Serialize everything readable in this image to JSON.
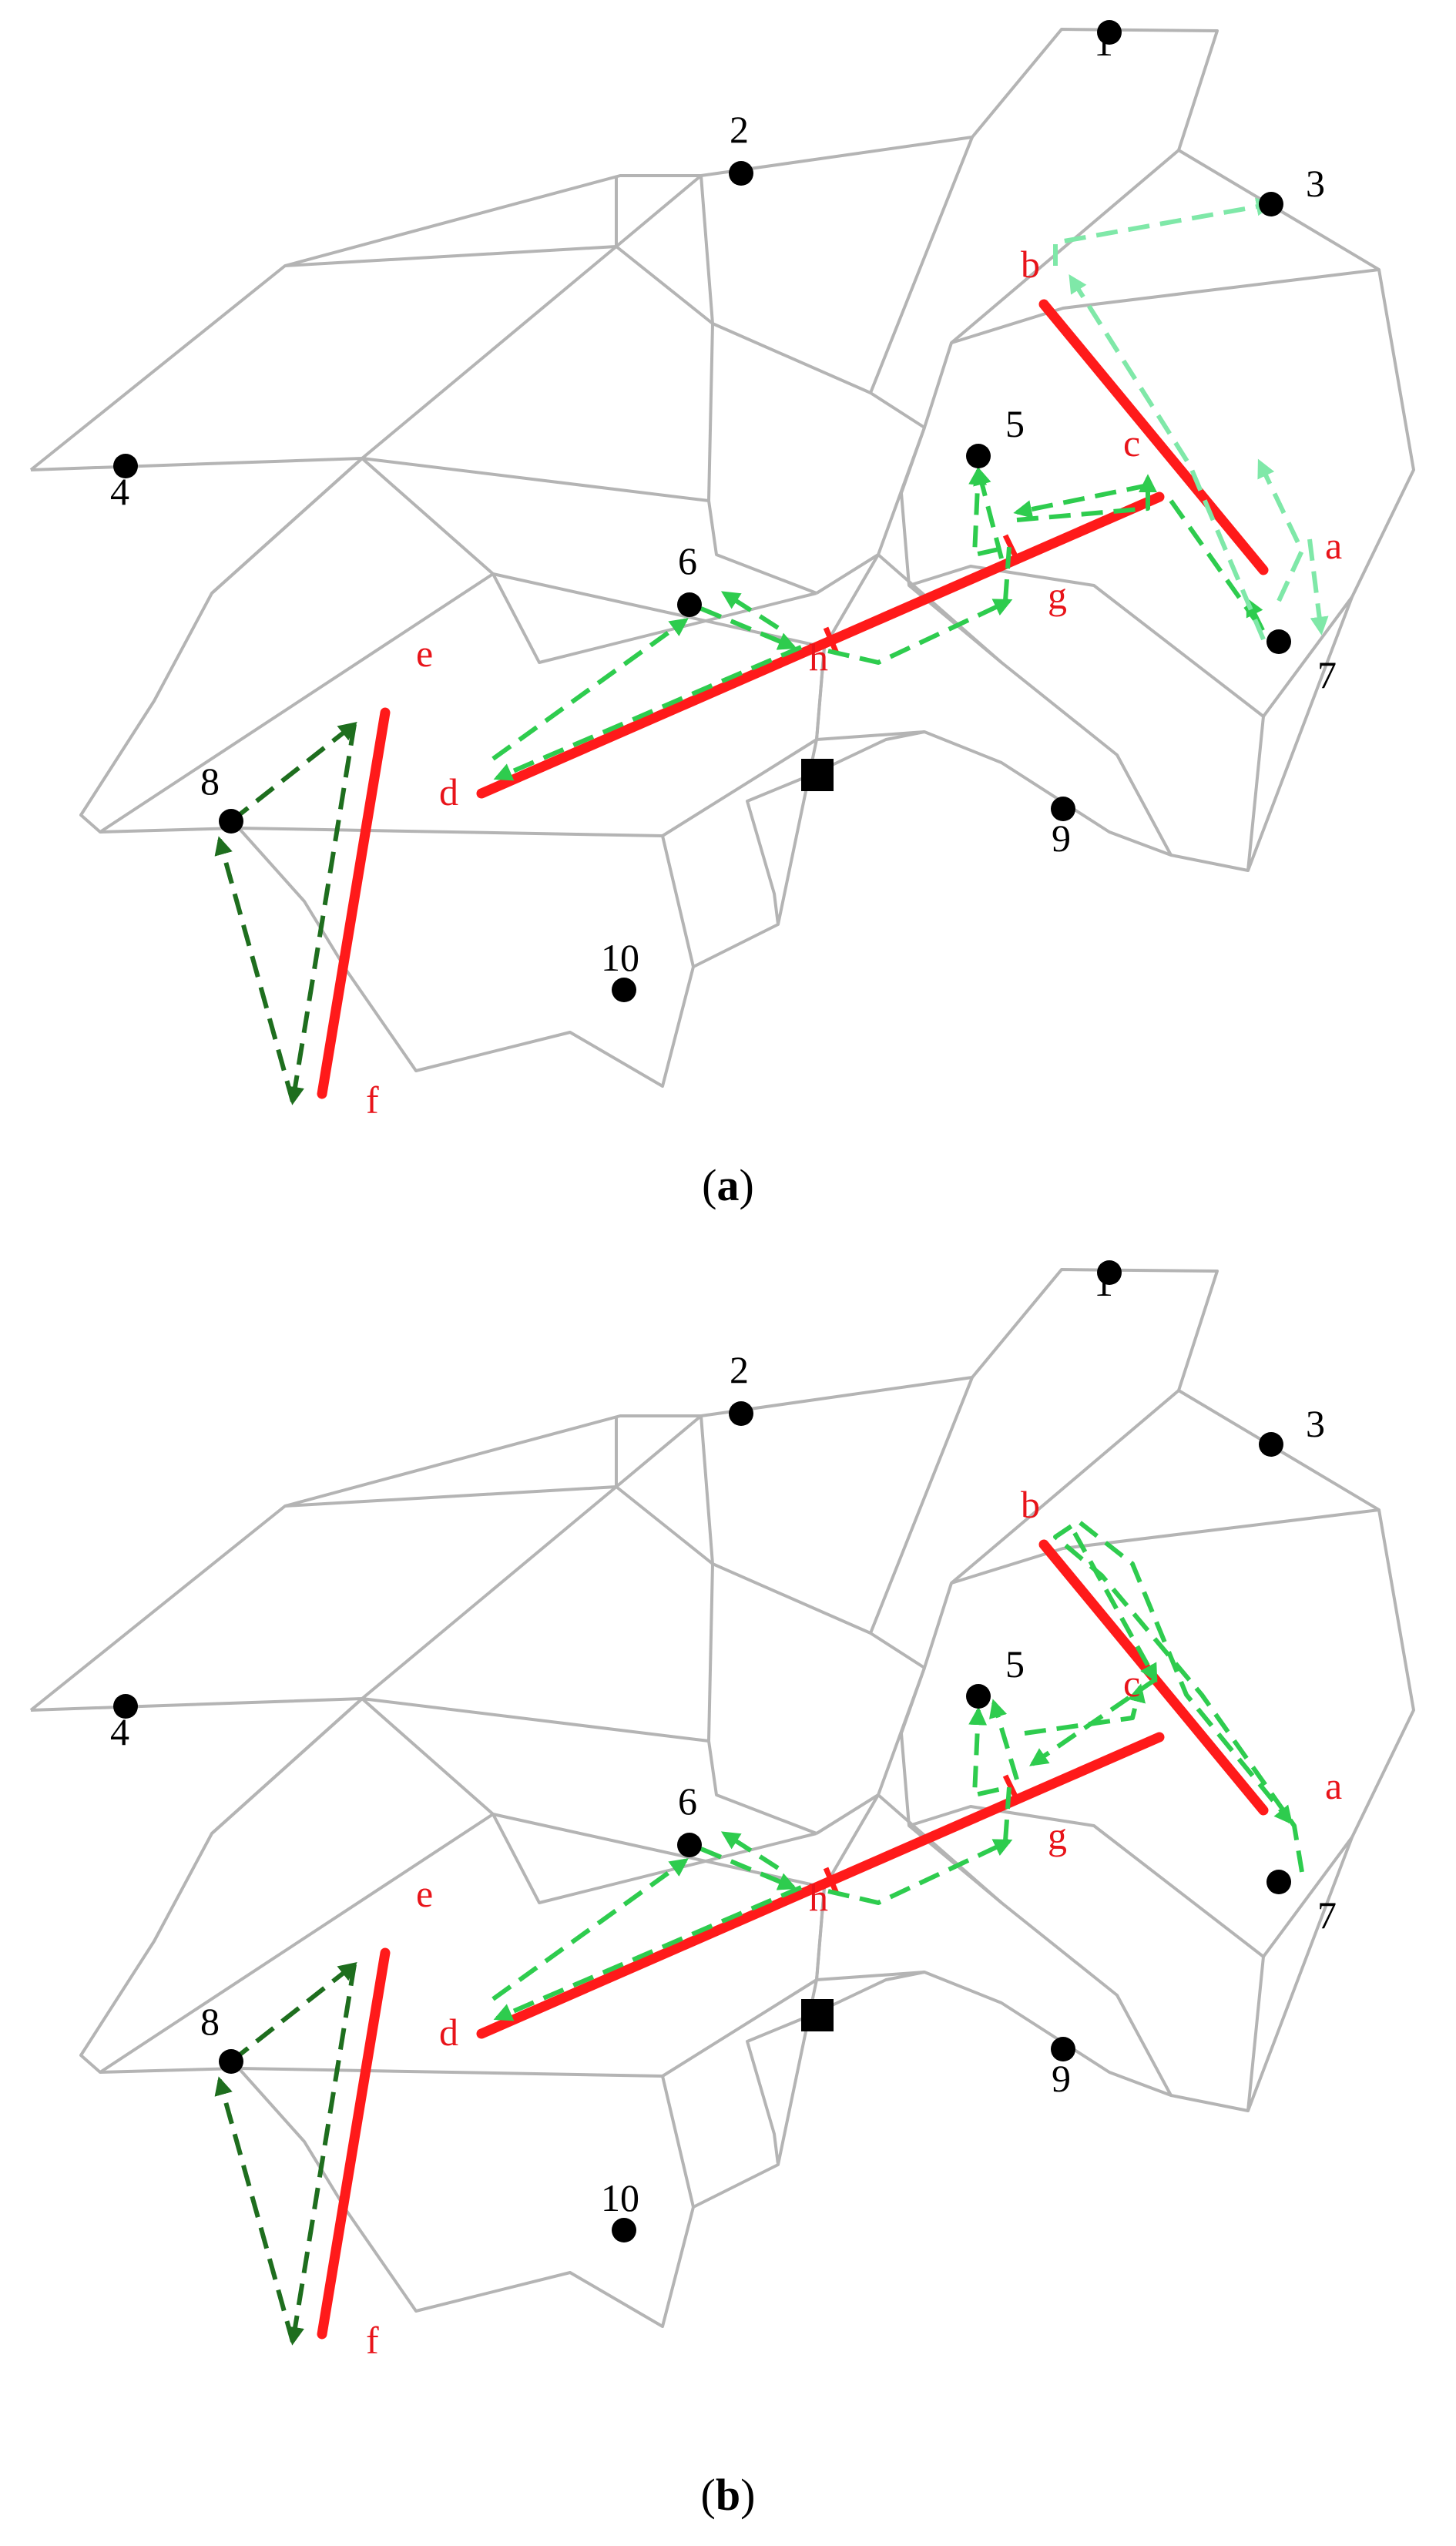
{
  "panels": [
    {
      "id": "a",
      "caption": {
        "open": "(",
        "letter": "a",
        "close": ")"
      },
      "nodes": [
        {
          "id": "node-1",
          "label": "1"
        },
        {
          "id": "node-2",
          "label": "2"
        },
        {
          "id": "node-3",
          "label": "3"
        },
        {
          "id": "node-4",
          "label": "4"
        },
        {
          "id": "node-5",
          "label": "5"
        },
        {
          "id": "node-6",
          "label": "6"
        },
        {
          "id": "node-7",
          "label": "7"
        },
        {
          "id": "node-8",
          "label": "8"
        },
        {
          "id": "node-9",
          "label": "9"
        },
        {
          "id": "node-10",
          "label": "10"
        }
      ],
      "segment_labels": [
        "a",
        "b",
        "c",
        "d",
        "e",
        "f",
        "g",
        "h"
      ]
    },
    {
      "id": "b",
      "caption": {
        "open": "(",
        "letter": "b",
        "close": ")"
      },
      "nodes": [
        {
          "id": "node-1",
          "label": "1"
        },
        {
          "id": "node-2",
          "label": "2"
        },
        {
          "id": "node-3",
          "label": "3"
        },
        {
          "id": "node-4",
          "label": "4"
        },
        {
          "id": "node-5",
          "label": "5"
        },
        {
          "id": "node-6",
          "label": "6"
        },
        {
          "id": "node-7",
          "label": "7"
        },
        {
          "id": "node-8",
          "label": "8"
        },
        {
          "id": "node-9",
          "label": "9"
        },
        {
          "id": "node-10",
          "label": "10"
        }
      ],
      "segment_labels": [
        "a",
        "b",
        "c",
        "d",
        "e",
        "f",
        "g",
        "h"
      ]
    }
  ],
  "colors": {
    "network": "#b4b4b4",
    "barrier": "#ff1a1a",
    "label_red": "#e8141a",
    "node": "#000000",
    "path_dark": "#1e6e1e",
    "path_mid": "#2ecc4e",
    "path_light": "#7fe8a8"
  }
}
